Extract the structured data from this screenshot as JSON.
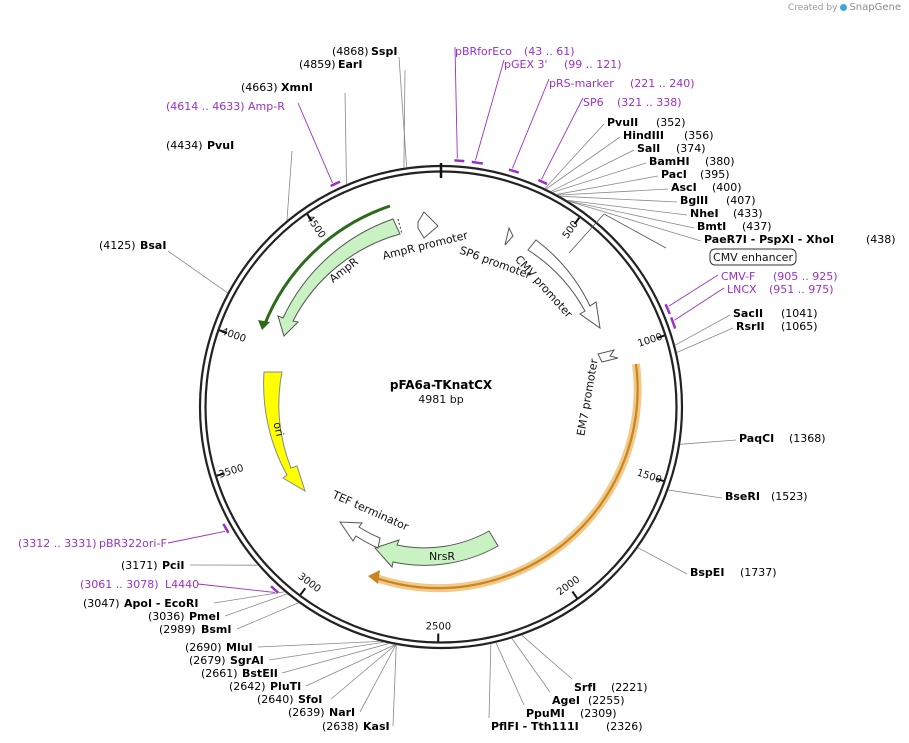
{
  "header": {
    "created_by": "Created by",
    "brand": "SnapGene"
  },
  "plasmid": {
    "name": "pFA6a-TKnatCX",
    "length_label": "4981 bp",
    "length": 4981
  },
  "colors": {
    "primer": "#9b30c8",
    "feature_green": "#c8f2c2",
    "feature_yellow": "#ffff00",
    "orange_track": "#e8a33d",
    "promoter_white": "#ffffff",
    "ring": "#222222"
  },
  "ticks": [
    {
      "pos": 500,
      "label": "500"
    },
    {
      "pos": 1000,
      "label": "1000"
    },
    {
      "pos": 1500,
      "label": "1500"
    },
    {
      "pos": 2000,
      "label": "2000"
    },
    {
      "pos": 2500,
      "label": "2500"
    },
    {
      "pos": 3000,
      "label": "3000"
    },
    {
      "pos": 3500,
      "label": "3500"
    },
    {
      "pos": 4000,
      "label": "4000"
    },
    {
      "pos": 4500,
      "label": "4500"
    }
  ],
  "sites_top": [
    {
      "pos": 4868,
      "pos_label": "(4868)",
      "name": "SspI"
    },
    {
      "pos": 4859,
      "pos_label": "(4859)",
      "name": "EarI"
    },
    {
      "pos": 4663,
      "pos_label": "(4663)",
      "name": "XmnI"
    },
    {
      "pos": 4434,
      "pos_label": "(4434)",
      "name": "PvuI"
    },
    {
      "pos": 4125,
      "pos_label": "(4125)",
      "name": "BsaI"
    }
  ],
  "sites_right": [
    {
      "pos": 352,
      "name": "PvuII",
      "pos_label": "(352)"
    },
    {
      "pos": 356,
      "name": "HindIII",
      "pos_label": "(356)"
    },
    {
      "pos": 374,
      "name": "SalI",
      "pos_label": "(374)"
    },
    {
      "pos": 380,
      "name": "BamHI",
      "pos_label": "(380)"
    },
    {
      "pos": 395,
      "name": "PacI",
      "pos_label": "(395)"
    },
    {
      "pos": 400,
      "name": "AscI",
      "pos_label": "(400)"
    },
    {
      "pos": 407,
      "name": "BglII",
      "pos_label": "(407)"
    },
    {
      "pos": 433,
      "name": "NheI",
      "pos_label": "(433)"
    },
    {
      "pos": 437,
      "name": "BmtI",
      "pos_label": "(437)"
    },
    {
      "pos": 438,
      "name": "PaeR7I  - PspXI  - XhoI",
      "pos_label": "(438)"
    },
    {
      "pos": 1041,
      "name": "SacII",
      "pos_label": "(1041)"
    },
    {
      "pos": 1065,
      "name": "RsrII",
      "pos_label": "(1065)"
    },
    {
      "pos": 1368,
      "name": "PaqCI",
      "pos_label": "(1368)"
    },
    {
      "pos": 1523,
      "name": "BseRI",
      "pos_label": "(1523)"
    },
    {
      "pos": 1737,
      "name": "BspEI",
      "pos_label": "(1737)"
    }
  ],
  "sites_bottom": [
    {
      "pos": 2221,
      "name": "SrfI",
      "pos_label": "(2221)"
    },
    {
      "pos": 2255,
      "name": "AgeI",
      "pos_label": "(2255)"
    },
    {
      "pos": 2309,
      "name": "PpuMI",
      "pos_label": "(2309)"
    },
    {
      "pos": 2326,
      "name": "PflFI  - Tth111I",
      "pos_label": "(2326)"
    }
  ],
  "sites_left": [
    {
      "pos": 3171,
      "pos_label": "(3171)",
      "name": "PciI"
    },
    {
      "pos": 3047,
      "pos_label": "(3047)",
      "name": "ApoI  - EcoRI"
    },
    {
      "pos": 3036,
      "pos_label": "(3036)",
      "name": "PmeI"
    },
    {
      "pos": 2989,
      "pos_label": "(2989)",
      "name": "BsmI"
    },
    {
      "pos": 2690,
      "pos_label": "(2690)",
      "name": "MluI"
    },
    {
      "pos": 2679,
      "pos_label": "(2679)",
      "name": "SgrAI"
    },
    {
      "pos": 2661,
      "pos_label": "(2661)",
      "name": "BstEII"
    },
    {
      "pos": 2642,
      "pos_label": "(2642)",
      "name": "PluTI"
    },
    {
      "pos": 2640,
      "pos_label": "(2640)",
      "name": "SfoI"
    },
    {
      "pos": 2639,
      "pos_label": "(2639)",
      "name": "NarI"
    },
    {
      "pos": 2638,
      "pos_label": "(2638)",
      "name": "KasI"
    }
  ],
  "primers": [
    {
      "name": "pBRforEco",
      "range": "(43 .. 61)",
      "start": 43,
      "end": 61
    },
    {
      "name": "pGEX 3'",
      "range": "(99 .. 121)",
      "start": 99,
      "end": 121
    },
    {
      "name": "pRS-marker",
      "range": "(221 .. 240)",
      "start": 221,
      "end": 240
    },
    {
      "name": "SP6",
      "range": "(321 .. 338)",
      "start": 321,
      "end": 338
    },
    {
      "name": "CMV-F",
      "range": "(905 .. 925)",
      "start": 905,
      "end": 925
    },
    {
      "name": "LNCX",
      "range": "(951 .. 975)",
      "start": 951,
      "end": 975
    },
    {
      "name": "Amp-R",
      "range": "(4614 .. 4633)",
      "start": 4614,
      "end": 4633
    },
    {
      "name": "pBR322ori-F",
      "range": "(3312 .. 3331)",
      "start": 3312,
      "end": 3331
    },
    {
      "name": "L4440",
      "range": "(3061 .. 3078)",
      "start": 3061,
      "end": 3078
    }
  ],
  "features": [
    {
      "name": "CMV enhancer",
      "label": "CMV enhancer"
    },
    {
      "name": "CMV promoter",
      "label": "CMV promoter"
    },
    {
      "name": "SP6 promoter",
      "label": "SP6 promoter"
    },
    {
      "name": "AmpR promoter",
      "label": "AmpR promoter"
    },
    {
      "name": "AmpR",
      "label": "AmpR"
    },
    {
      "name": "ori",
      "label": "ori"
    },
    {
      "name": "EM7 promoter",
      "label": "EM7 promoter"
    },
    {
      "name": "NrsR",
      "label": "NrsR"
    },
    {
      "name": "TEF terminator",
      "label": "TEF terminator"
    }
  ]
}
